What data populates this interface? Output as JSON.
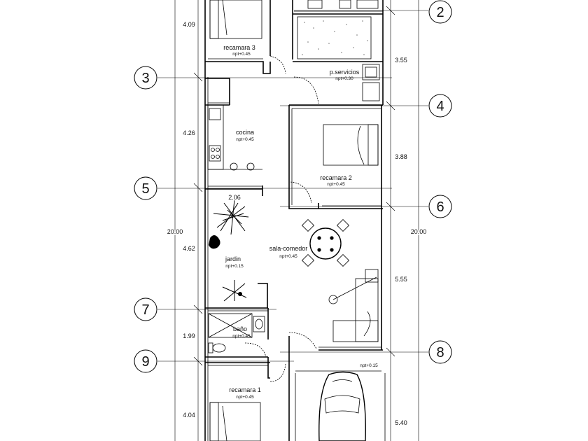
{
  "rooms": {
    "recamara3": {
      "name": "recamara 3",
      "level": "npt+0.45"
    },
    "servicios": {
      "name": "p.servicios",
      "level": "npt+0.30"
    },
    "cocina": {
      "name": "cocina",
      "level": "npt+0.45"
    },
    "recamara2": {
      "name": "recamara 2",
      "level": "npt+0.45"
    },
    "jardin": {
      "name": "jardin",
      "level": "npt+0.15"
    },
    "sala": {
      "name": "sala-comedor",
      "level": "npt+0.45"
    },
    "bano": {
      "name": "baño",
      "level": "npt+0.45"
    },
    "cochera": {
      "level": "npt+0.15"
    },
    "recamara1": {
      "name": "recamara 1",
      "level": "npt+0.45"
    }
  },
  "dims_left": {
    "d1": "4.09",
    "d2": "4.26",
    "d3": "4.62",
    "d4": "1.99",
    "d5": "4.04",
    "total": "20.00",
    "jardin_width": "2.06"
  },
  "dims_right": {
    "d1": "3.55",
    "d2": "3.88",
    "d3": "5.55",
    "d4": "5.40",
    "total": "20.00"
  },
  "axes_left": [
    "3",
    "5",
    "7",
    "9"
  ],
  "axes_right": [
    "2",
    "4",
    "6",
    "8"
  ]
}
